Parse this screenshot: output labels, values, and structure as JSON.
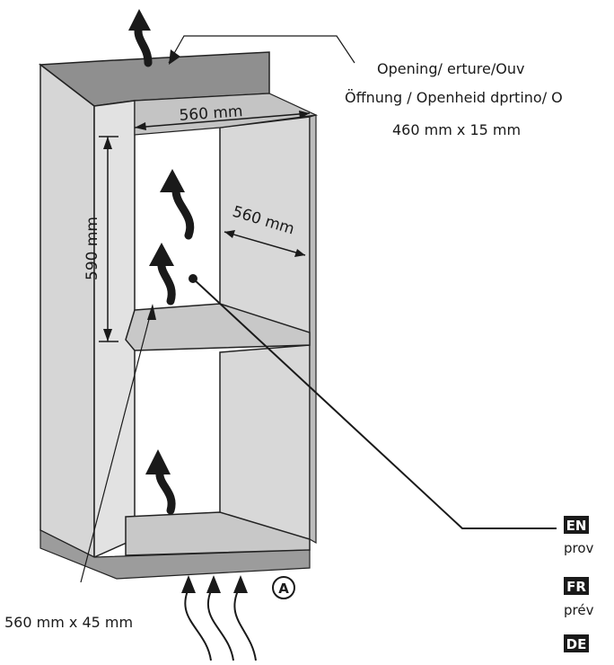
{
  "callouts": {
    "top_opening_line1": "Opening/ erture/Ouv",
    "top_opening_line2": "Öffnung / Openheid dprtino/ O",
    "top_opening_size": "460 mm x 15 mm",
    "bottom_opening_size": "560 mm x 45 mm"
  },
  "dimensions": {
    "width": "560 mm",
    "depth": "560 mm",
    "height": "590 mm"
  },
  "marker": {
    "label": "A"
  },
  "languages": [
    {
      "code": "EN",
      "text": "prov"
    },
    {
      "code": "FR",
      "text": "prév"
    },
    {
      "code": "DE",
      "text": ""
    }
  ],
  "colors": {
    "panel": "#d4d4d4",
    "panel_dark": "#8f8f8f",
    "plinth": "#9c9c9c",
    "line": "#1a1a1a",
    "badge": "#1a1a1a"
  }
}
